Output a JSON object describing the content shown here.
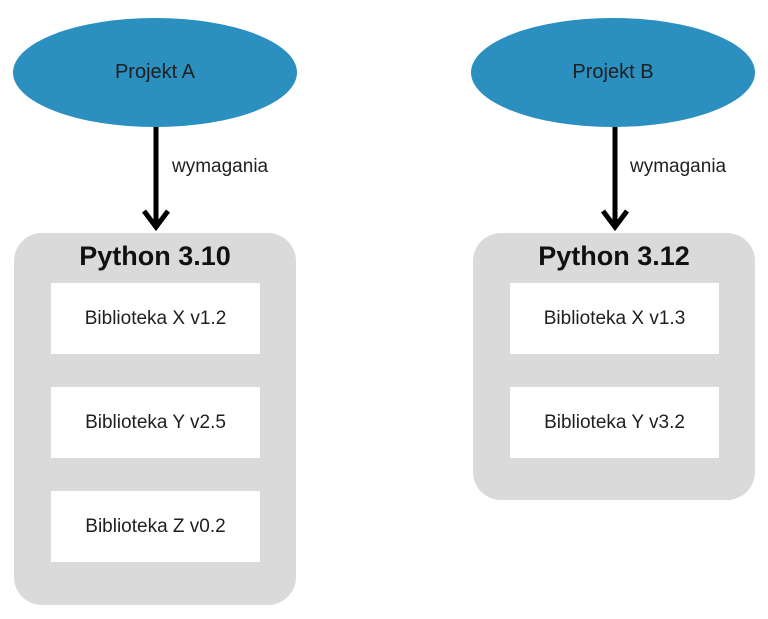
{
  "colors": {
    "project_node": "#2b8fbf",
    "environment_bg": "#dadada",
    "library_bg": "#ffffff",
    "arrow": "#000000",
    "text": "#1f1f1f"
  },
  "projects": [
    {
      "label": "Projekt A",
      "edge_label": "wymagania",
      "environment": {
        "title": "Python 3.10",
        "libraries": [
          "Biblioteka X v1.2",
          "Biblioteka Y v2.5",
          "Biblioteka Z v0.2"
        ]
      }
    },
    {
      "label": "Projekt B",
      "edge_label": "wymagania",
      "environment": {
        "title": "Python 3.12",
        "libraries": [
          "Biblioteka X v1.3",
          "Biblioteka Y v3.2"
        ]
      }
    }
  ]
}
